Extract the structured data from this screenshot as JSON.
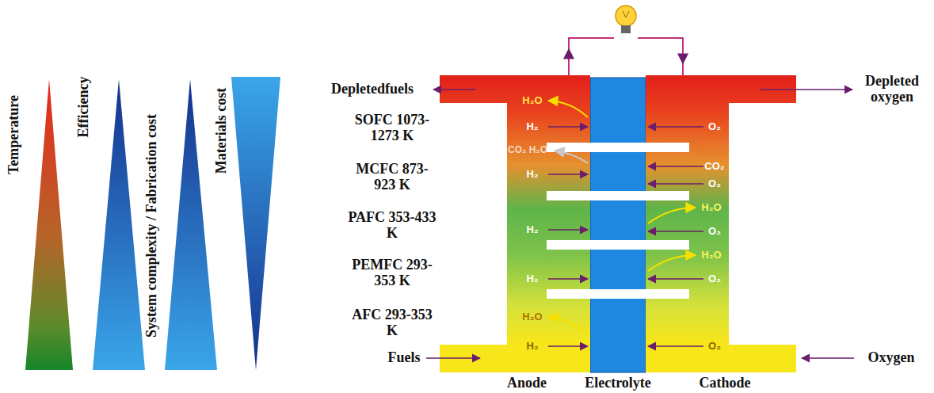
{
  "diagram": {
    "labels": [
      "Temperature",
      "Efficiency",
      "System complexity / Fabrication cost",
      "Materials cost",
      "Depletedfuels",
      "Depleted oxygen",
      "SOFC 1073-1273 K",
      "H₂O",
      "H₂",
      "CO₂ H₂O",
      "O₂",
      "MCFC 873-923 K",
      "H₂",
      "CO₂",
      "O₂",
      "PAFC 353-433 K",
      "H₂",
      "H₂O",
      "O₂",
      "PEMFC 293-353 K",
      "H₂",
      "H₂O",
      "O₂",
      "AFC 293-353 K",
      "H₂O",
      "H₂",
      "O₂",
      "Fuels",
      "Oxygen",
      "Anode",
      "Electrolyte",
      "Cathode"
    ]
  }
}
